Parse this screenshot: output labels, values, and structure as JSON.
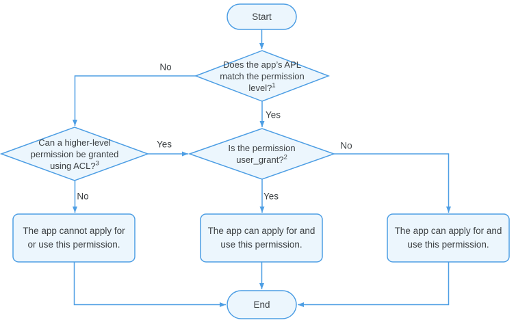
{
  "colors": {
    "stroke": "#4d9ee4",
    "node_fill": "#ecf6fd",
    "text": "#3c4043"
  },
  "nodes": {
    "start": {
      "label": "Start"
    },
    "apl_decision": {
      "text": "Does the app’s APL\nmatch the permission\nlevel?",
      "footnote": "1"
    },
    "acl_decision": {
      "text": "Can a higher-level\npermission be granted\nusing ACL?",
      "footnote": "3"
    },
    "user_grant_decision": {
      "text": "Is the permission\nuser_grant?",
      "footnote": "2"
    },
    "cannot_apply_box": {
      "text": "The app cannot apply for\nor use this permission."
    },
    "can_apply_box_center": {
      "text": "The app can apply for and\nuse this permission."
    },
    "can_apply_box_right": {
      "text": "The app can apply for and\nuse this permission."
    },
    "end": {
      "label": "End"
    }
  },
  "edge_labels": {
    "apl_no": "No",
    "apl_yes": "Yes",
    "acl_yes": "Yes",
    "user_grant_no": "No",
    "acl_no": "No",
    "user_grant_yes": "Yes"
  }
}
